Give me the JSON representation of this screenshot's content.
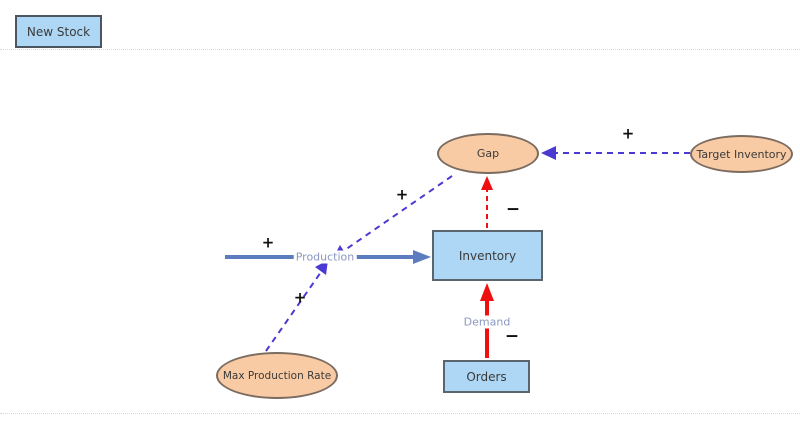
{
  "toolbar": {
    "new_stock_button": "New Stock"
  },
  "diagram": {
    "nodes": {
      "gap": "Gap",
      "target_inventory": "Target Inventory",
      "max_production_rate": "Max Production Rate",
      "inventory": "Inventory",
      "orders": "Orders"
    },
    "flow_labels": {
      "production": "Production",
      "demand": "Demand"
    },
    "polarities": {
      "production_input": "+",
      "gap_to_production": "+",
      "max_rate_to_production": "+",
      "target_inventory_to_gap": "+",
      "inventory_to_gap": "−",
      "orders_demand": "−"
    },
    "colors": {
      "stock_fill": "#aed7f5",
      "variable_fill": "#f9cba4",
      "stock_border": "#5a6570",
      "variable_border": "#7c6c60",
      "dashed_link_blue": "#4a3ad1",
      "flow_blue": "#5b7cbe",
      "flow_red": "#ee1010",
      "flow_label_text": "#8b98c2",
      "polarity_text": "#111111"
    }
  }
}
